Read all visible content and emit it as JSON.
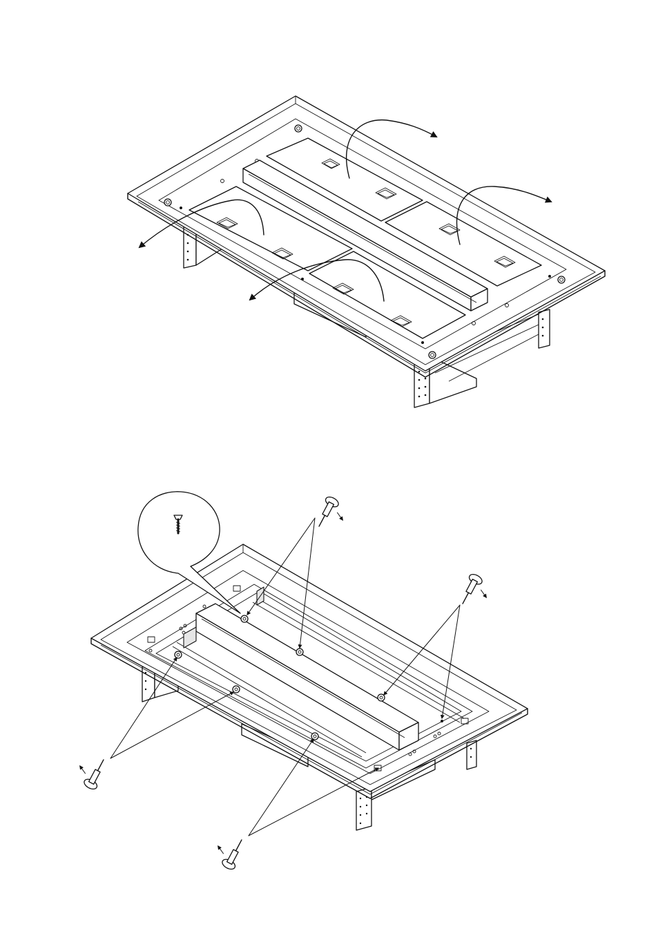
{
  "diagrams": [
    {
      "id": "filter-removal",
      "panel_count": 4,
      "arrow_count": 4,
      "icons": [
        "filter-panel-icon",
        "removal-arrow-icon",
        "support-leg-icon"
      ]
    },
    {
      "id": "screw-removal",
      "screwdriver_count": 4,
      "icons": [
        "screwdriver-icon",
        "screw-detail-icon",
        "magnifier-callout-icon",
        "support-leg-icon"
      ]
    }
  ],
  "colors": {
    "line": "#111111",
    "paper": "#ffffff",
    "shade": "#e6e6e6"
  }
}
